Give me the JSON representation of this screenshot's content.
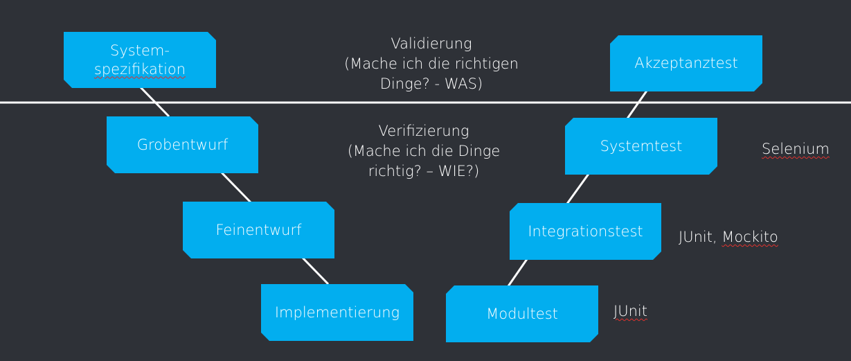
{
  "phases_left": {
    "systemspezifikation_line1": "System-",
    "systemspezifikation_line2": "spezifikation",
    "grobentwurf": "Grobentwurf",
    "feinentwurf": "Feinentwurf",
    "implementierung": "Implementierung"
  },
  "phases_right": {
    "akzeptanztest": "Akzeptanztest",
    "systemtest": "Systemtest",
    "integrationstest": "Integrationstest",
    "modultest": "Modultest"
  },
  "validation": {
    "line1": "Validierung",
    "line2": "(Mache ich die richtigen",
    "line3": "Dinge? - WAS)"
  },
  "verification": {
    "line1": "Verifizierung",
    "line2": "(Mache ich die Dinge",
    "line3": "richtig? – WIE?)"
  },
  "tools": {
    "systemtest": "Selenium",
    "integrationstest_a": "JUnit, ",
    "integrationstest_b": "Mockito",
    "modultest": "JUnit"
  },
  "colors": {
    "background": "#2e3137",
    "box": "#02aeef",
    "text": "#ffffff",
    "lines": "#ffffff",
    "spellcheck_underline": "#e0322e"
  }
}
